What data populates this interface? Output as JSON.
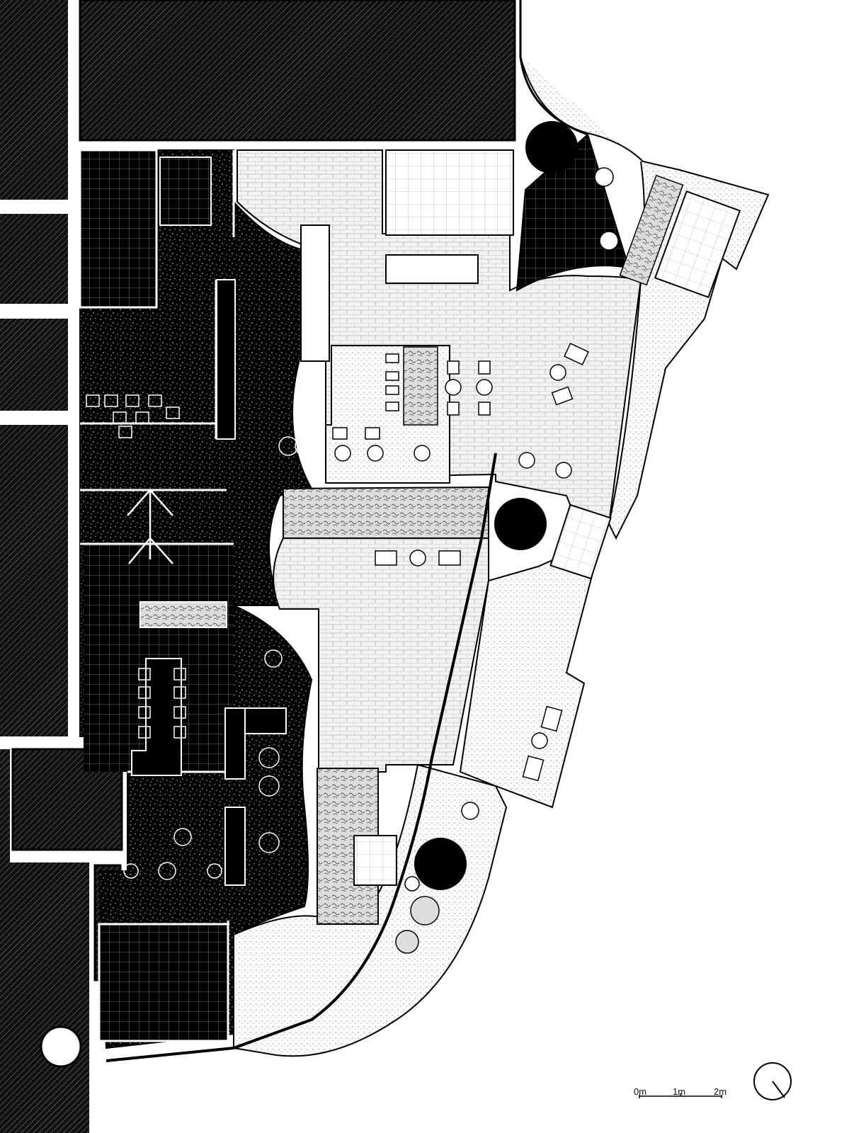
{
  "drawing": {
    "type": "architectural floor plan",
    "palette": {
      "ink": "#000000",
      "paper": "#ffffff",
      "paving_fill": "#eeeeee",
      "planting_fill": "#d9d9d9"
    }
  },
  "scale_bar": {
    "ticks": [
      "0m",
      "1m",
      "2m"
    ]
  },
  "north_arrow": {
    "icon": "north-arrow-icon"
  }
}
